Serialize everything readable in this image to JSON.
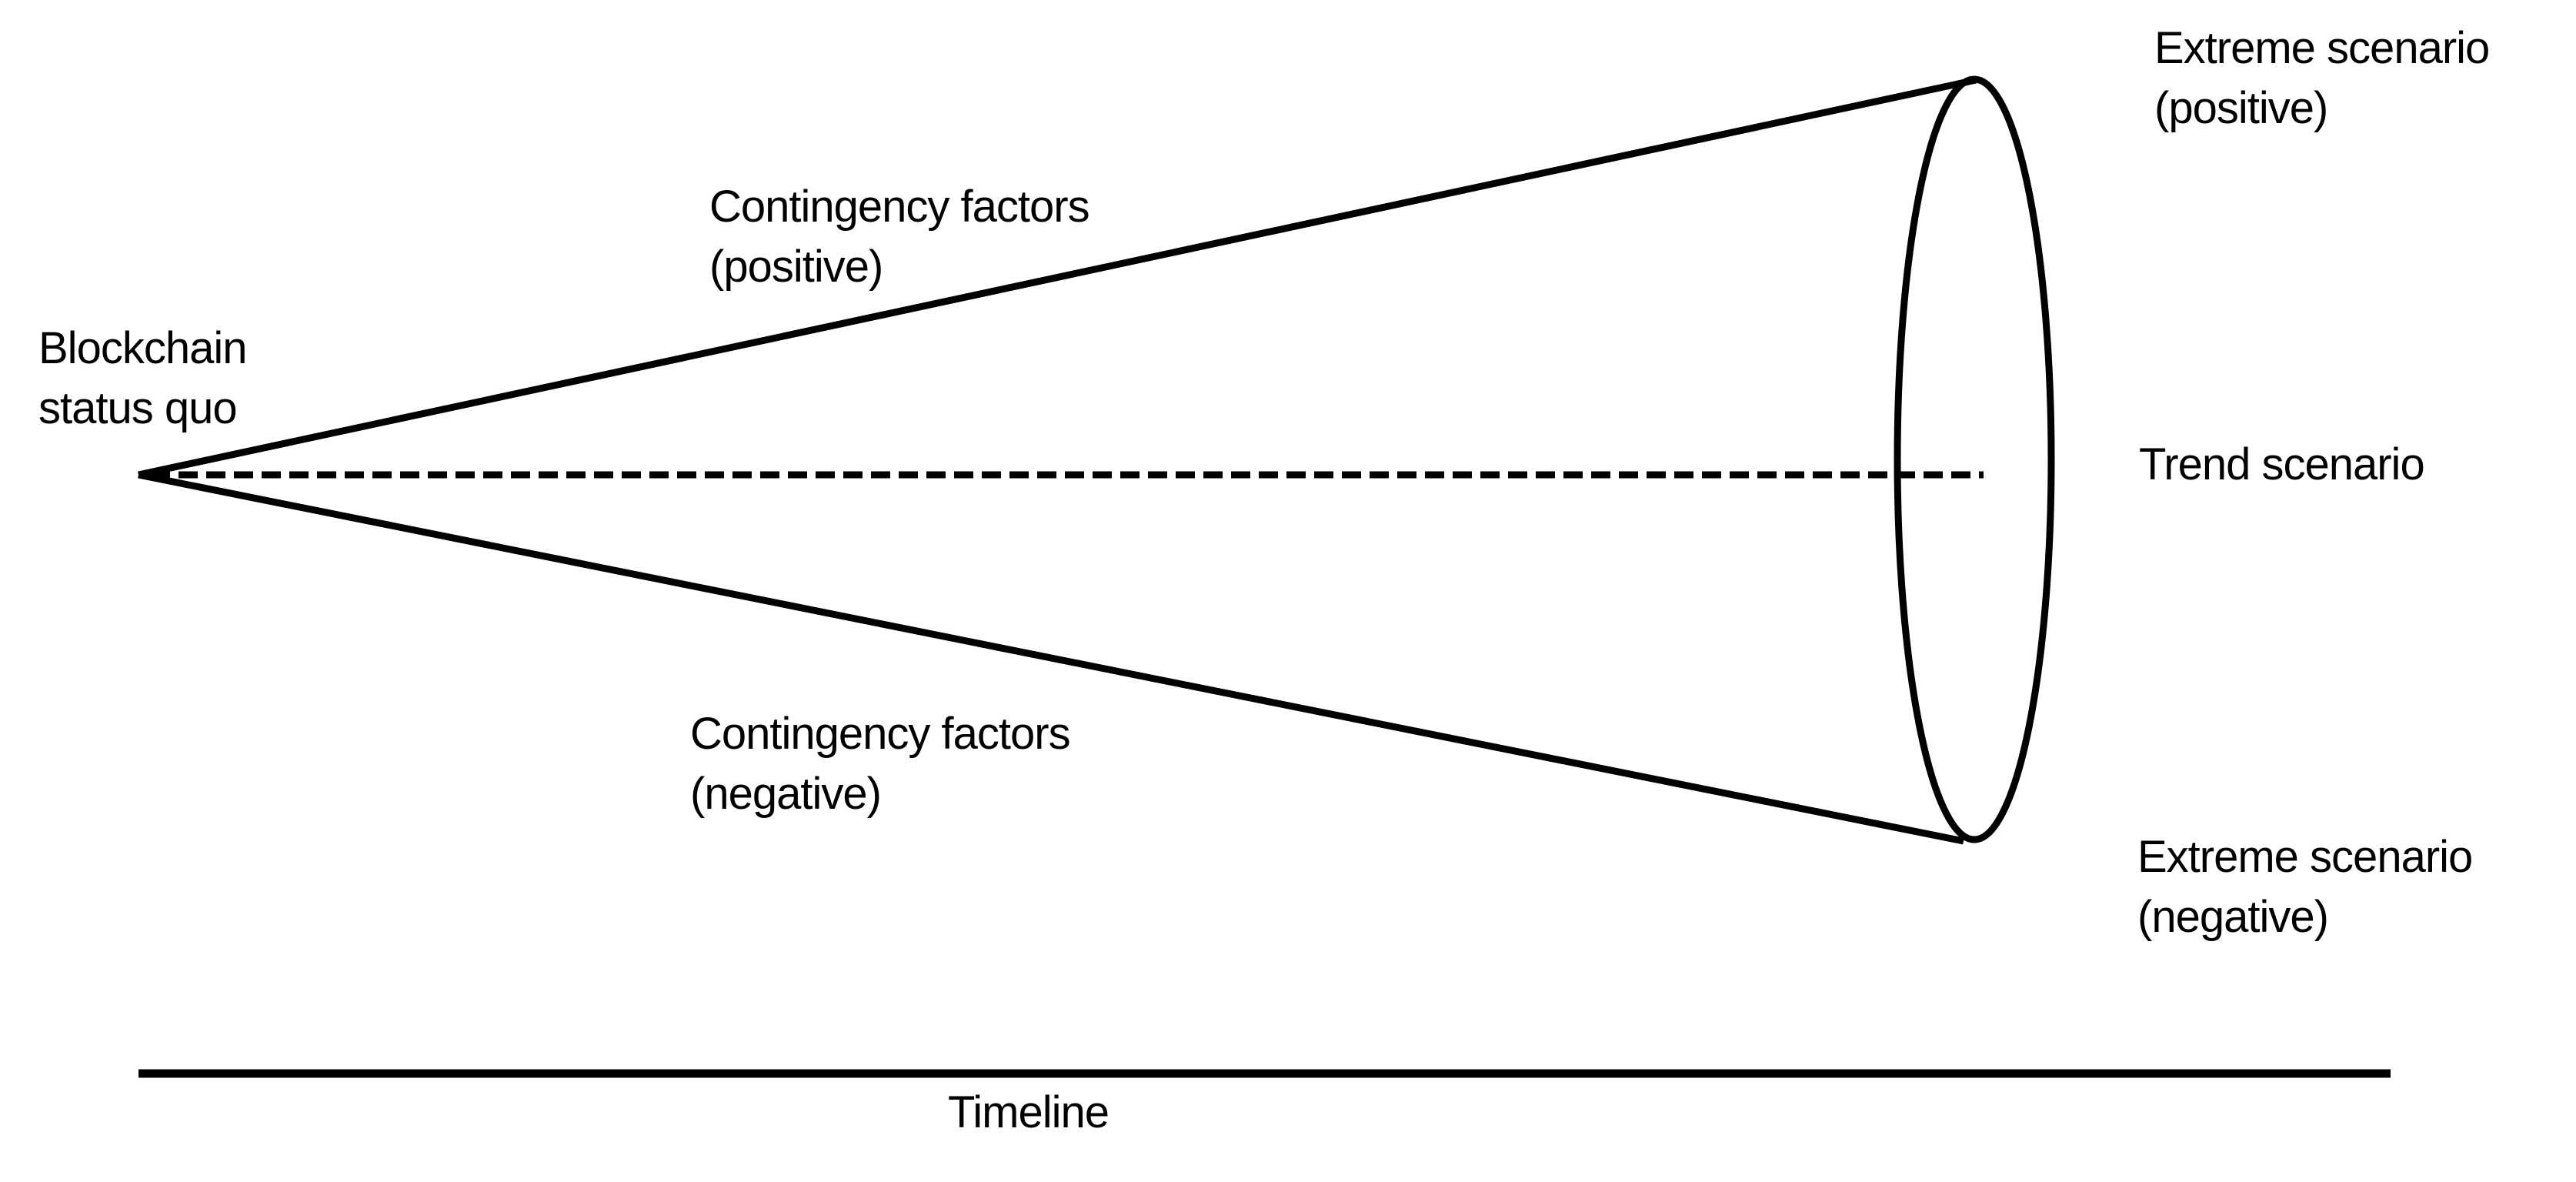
{
  "colors": {
    "ink": "#000000",
    "background": "#ffffff"
  },
  "diagram": {
    "type": "scenario-funnel-cone",
    "labels": {
      "origin": {
        "line1": "Blockchain",
        "line2": "status quo"
      },
      "contingency_positive": {
        "line1": "Contingency factors",
        "line2": "(positive)"
      },
      "contingency_negative": {
        "line1": "Contingency factors",
        "line2": "(negative)"
      },
      "extreme_positive": {
        "line1": "Extreme scenario",
        "line2": "(positive)"
      },
      "trend": {
        "line1": "Trend scenario"
      },
      "extreme_negative": {
        "line1": "Extreme scenario",
        "line2": "(negative)"
      },
      "timeline": {
        "line1": "Timeline"
      }
    }
  }
}
